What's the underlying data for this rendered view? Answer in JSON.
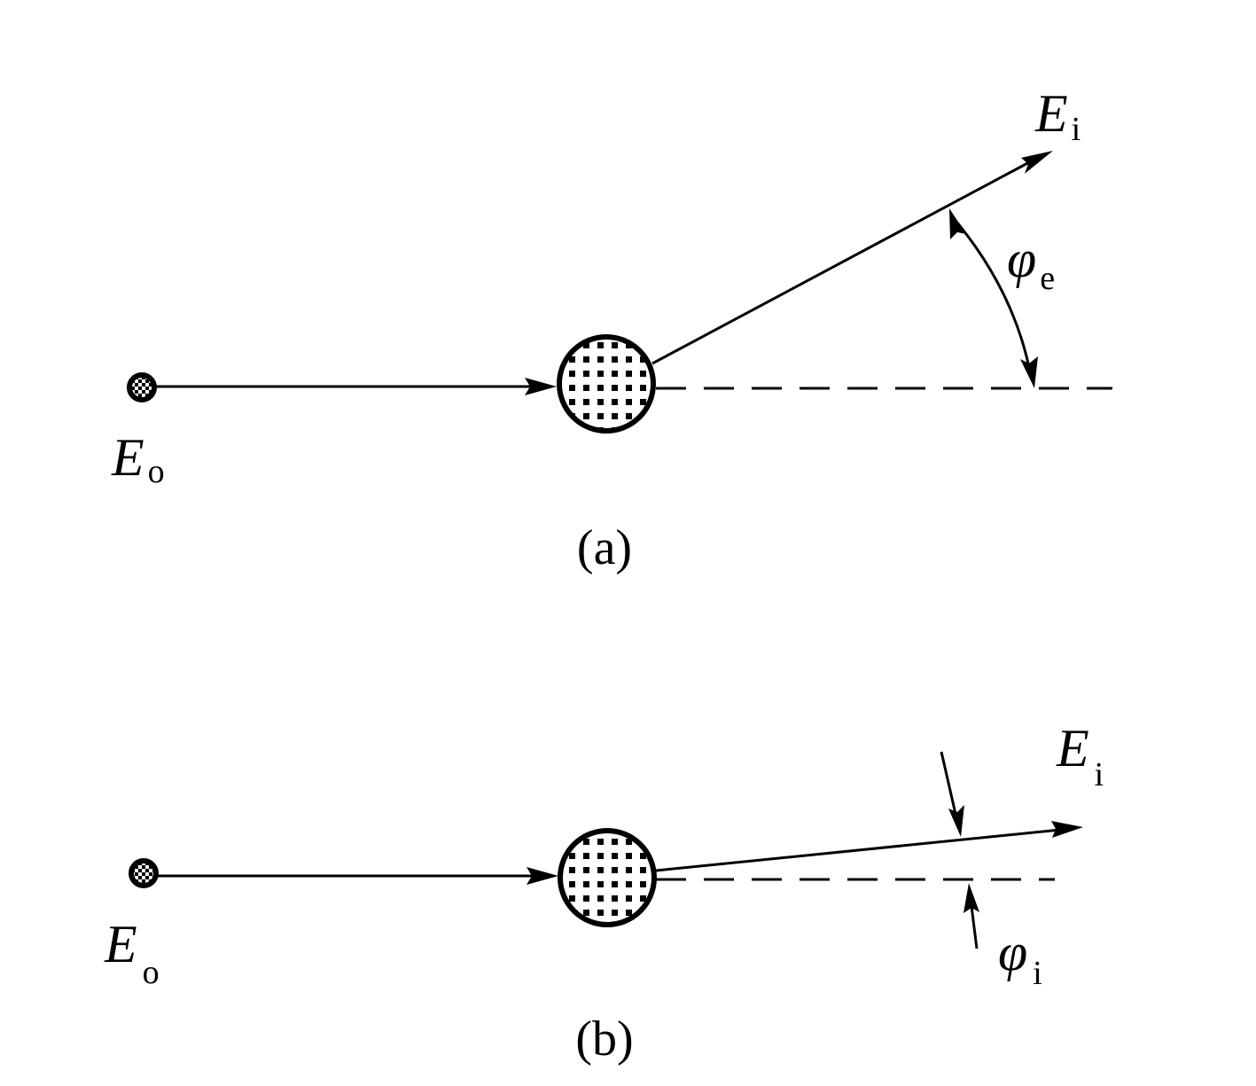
{
  "panels": [
    {
      "caption": "(a)",
      "source_label": {
        "main": "E",
        "sub": "o"
      },
      "scattered_label": {
        "main": "E",
        "sub": "i"
      },
      "angle_label": {
        "main": "φ",
        "sub": "e"
      }
    },
    {
      "caption": "(b)",
      "source_label": {
        "main": "E",
        "sub": "o"
      },
      "scattered_label": {
        "main": "E",
        "sub": "i"
      },
      "angle_label": {
        "main": "φ",
        "sub": "i"
      }
    }
  ],
  "colors": {
    "ink": "#000000",
    "background": "#ffffff"
  }
}
